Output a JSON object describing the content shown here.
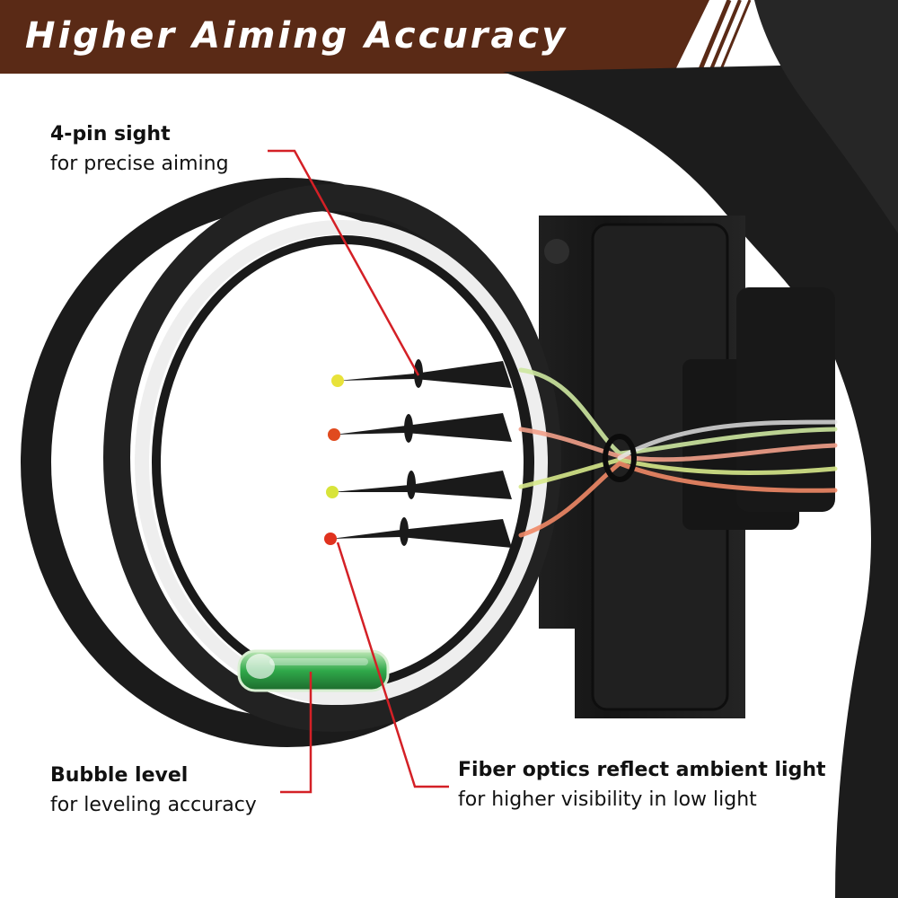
{
  "banner": {
    "title": "Higher Aiming Accuracy",
    "bg_color": "#5a2a16"
  },
  "callouts": [
    {
      "title": "4-pin sight",
      "subtitle": "for precise aiming"
    },
    {
      "title": "Bubble level",
      "subtitle": "for leveling accuracy"
    },
    {
      "title": "Fiber optics reflect ambient light",
      "subtitle": "for higher visibility in low light"
    }
  ],
  "colors": {
    "leader_line": "#d42026",
    "sight_body": "#1b1b1b",
    "ring_insert": "#eeeeee",
    "bubble_vial": "#2fa84a"
  },
  "pins": [
    {
      "name": "pin-1",
      "tip_color": "#e8e23a"
    },
    {
      "name": "pin-2",
      "tip_color": "#e04a1e"
    },
    {
      "name": "pin-3",
      "tip_color": "#d8e43a"
    },
    {
      "name": "pin-4",
      "tip_color": "#e0321e"
    }
  ]
}
